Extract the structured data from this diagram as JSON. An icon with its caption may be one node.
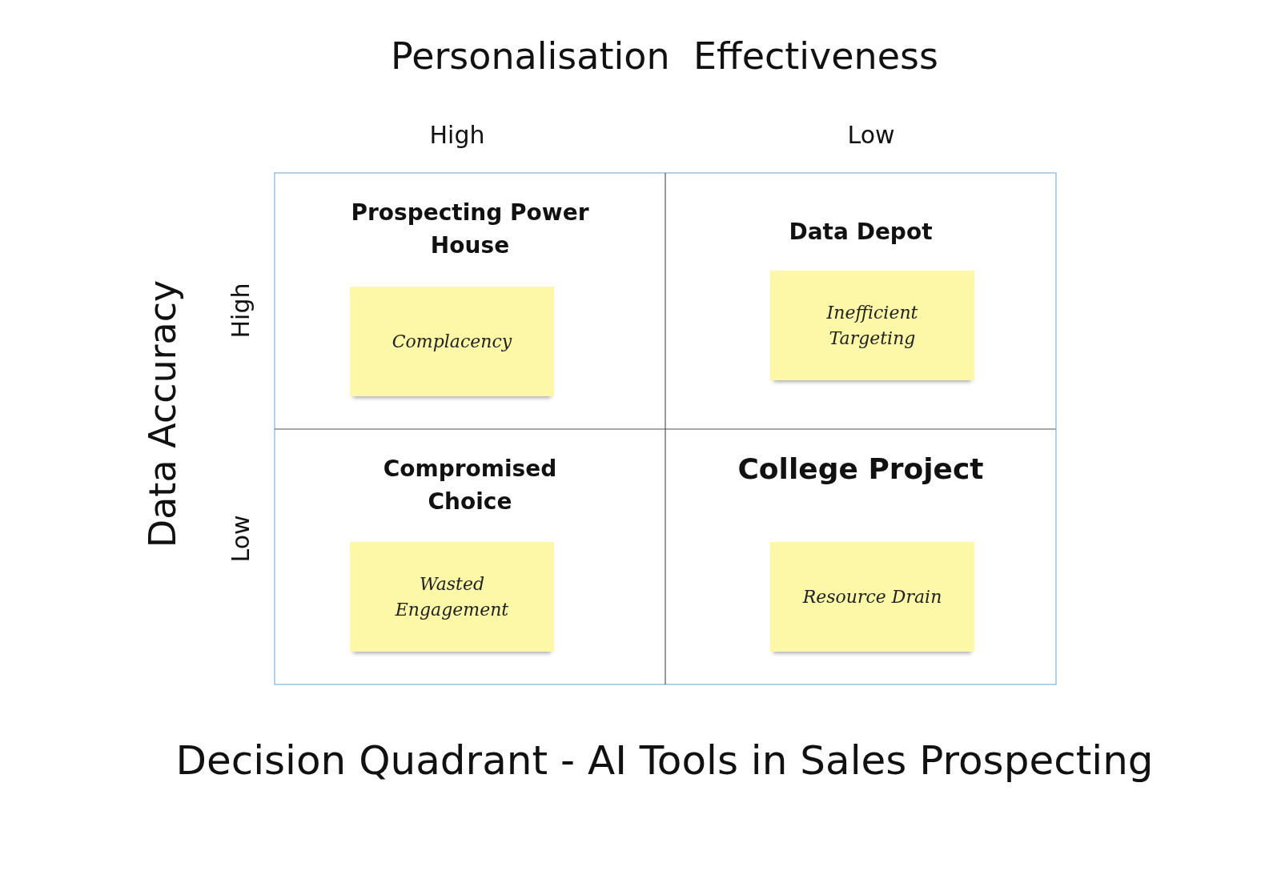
{
  "diagram": {
    "caption": "Decision Quadrant - AI Tools in Sales Prospecting",
    "nodes": [
      {
        "text": [
          "Prospecting Power House"
        ]
      },
      {
        "text": [
          "Complacency"
        ],
        "in": 0
      },
      {
        "text": [
          "Data Depot"
        ]
      },
      {
        "text": [
          "Inefficient Targeting"
        ],
        "in": 2
      },
      {
        "text": [
          "Compromised Choice"
        ]
      },
      {
        "text": [
          "Wasted Engagement"
        ],
        "in": 4
      },
      {
        "text": [
          "College Project"
        ]
      },
      {
        "text": [
          "Resource Drain"
        ],
        "in": 6
      }
    ],
    "labels": [
      "Personalisation  Effectiveness",
      "High",
      "Low",
      "Data Accuracy",
      "High",
      "Low"
    ]
  }
}
